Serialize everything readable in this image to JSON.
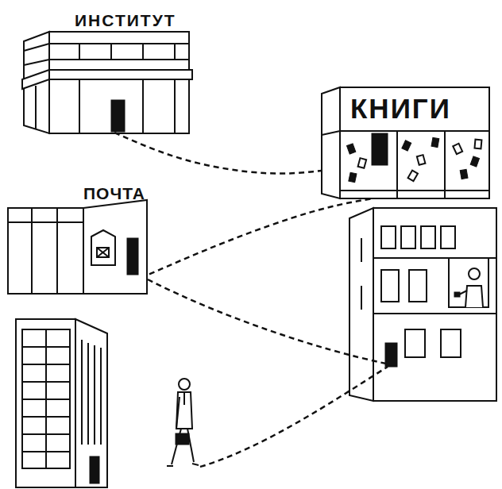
{
  "diagram": {
    "nodes": [
      {
        "text": [
          "ИНСТИТУТ"
        ]
      },
      {
        "text": [
          "КНИГИ"
        ]
      },
      {
        "text": [
          "ПОЧТА"
        ]
      }
    ],
    "edges": [
      {
        "from": 0,
        "to": 1,
        "arrow": "none"
      },
      {
        "from": 2,
        "to": 1,
        "arrow": "none"
      }
    ]
  }
}
